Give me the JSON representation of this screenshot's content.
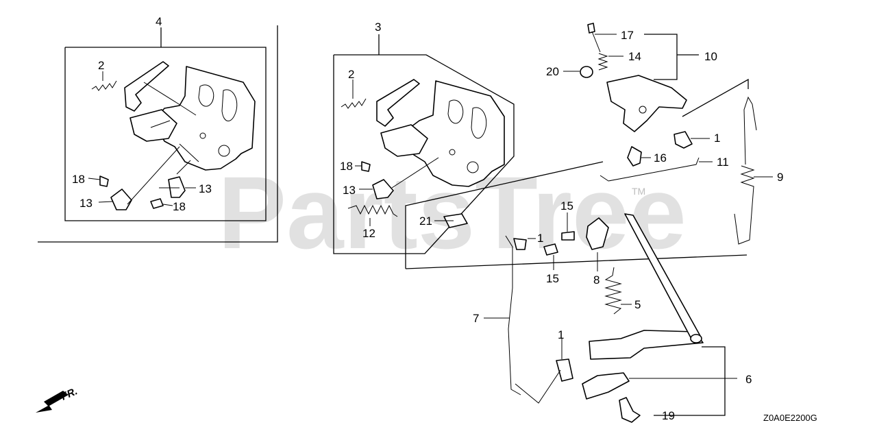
{
  "watermark": {
    "text": "PartsTree",
    "trademark": "TM"
  },
  "diagram_code": "Z0A0E2200G",
  "direction_label": "FR.",
  "callouts": [
    "1",
    "1",
    "1",
    "2",
    "2",
    "3",
    "4",
    "5",
    "6",
    "7",
    "8",
    "9",
    "10",
    "11",
    "12",
    "13",
    "13",
    "13",
    "14",
    "15",
    "15",
    "16",
    "17",
    "18",
    "18",
    "18",
    "19",
    "20",
    "21"
  ],
  "icons": [
    "front-direction-arrow-icon"
  ]
}
